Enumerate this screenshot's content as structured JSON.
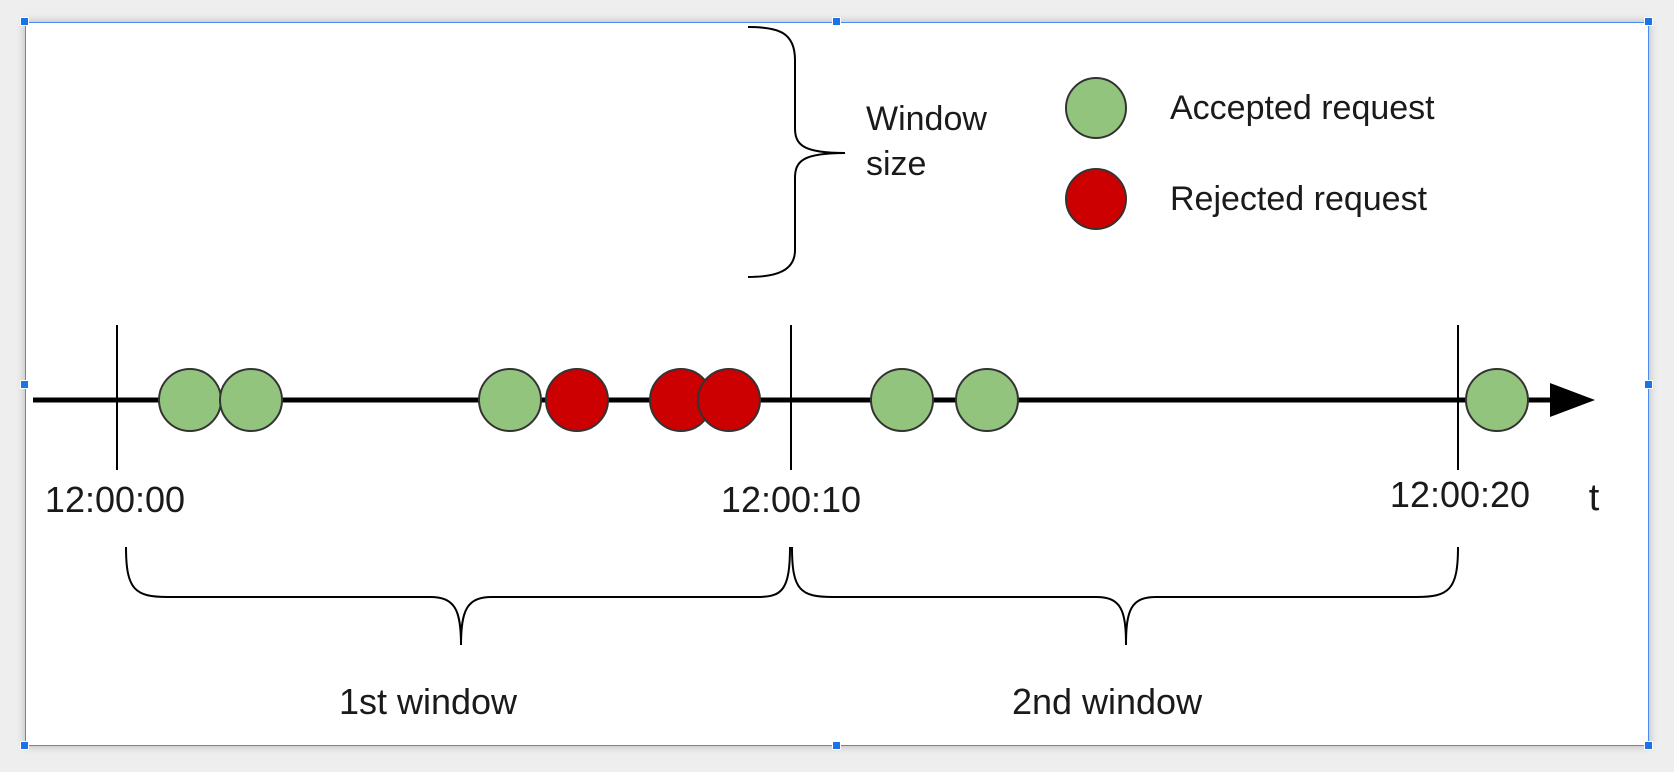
{
  "diagram": {
    "window_size_label_line1": "Window",
    "window_size_label_line2": "size",
    "axis_label": "t",
    "legend": [
      {
        "label": "Accepted request",
        "color": "#93c47d"
      },
      {
        "label": "Rejected request",
        "color": "#cc0000"
      }
    ],
    "time_labels": [
      "12:00:00",
      "12:00:10",
      "12:00:20"
    ],
    "window_labels": [
      "1st window",
      "2nd window"
    ],
    "requests": [
      {
        "status": "accepted"
      },
      {
        "status": "accepted"
      },
      {
        "status": "accepted"
      },
      {
        "status": "rejected"
      },
      {
        "status": "rejected"
      },
      {
        "status": "rejected"
      },
      {
        "status": "accepted"
      },
      {
        "status": "accepted"
      },
      {
        "status": "accepted"
      }
    ],
    "colors": {
      "accepted": "#93c47d",
      "rejected": "#cc0000",
      "outline": "#333333",
      "line": "#000000",
      "selection": "#1a73e8"
    }
  }
}
